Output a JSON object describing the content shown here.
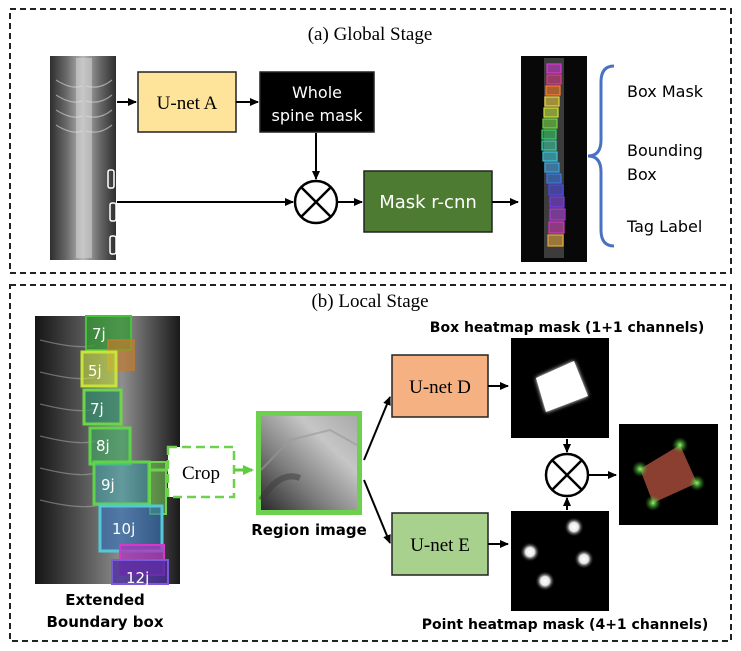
{
  "global_stage": {
    "title": "(a) Global Stage",
    "unet_a": "U-net A",
    "whole_spine_mask_line1": "Whole",
    "whole_spine_mask_line2": "spine mask",
    "mask_rcnn": "Mask r-cnn",
    "outputs": {
      "box_mask": "Box Mask",
      "bounding_line1": "Bounding",
      "bounding_line2": "Box",
      "tag_label": "Tag Label"
    }
  },
  "local_stage": {
    "title": "(b) Local Stage",
    "vertebra_labels": [
      "7j",
      "5j",
      "7j",
      "8j",
      "9j",
      "10j",
      "12j"
    ],
    "crop": "Crop",
    "region_image": "Region image",
    "extended_line1": "Extended",
    "extended_line2": "Boundary box",
    "unet_d": "U-net D",
    "unet_e": "U-net E",
    "box_heatmap_caption": "Box heatmap mask (1+1 channels)",
    "point_heatmap_caption": "Point heatmap mask (4+1 channels)"
  },
  "colors": {
    "unet_a_fill": "#fde49a",
    "mask_rcnn_fill": "#4e7b32",
    "unet_d_fill": "#f6b183",
    "unet_e_fill": "#a8d18d",
    "brace": "#4a72c4",
    "crop_green": "#6dd14d"
  }
}
